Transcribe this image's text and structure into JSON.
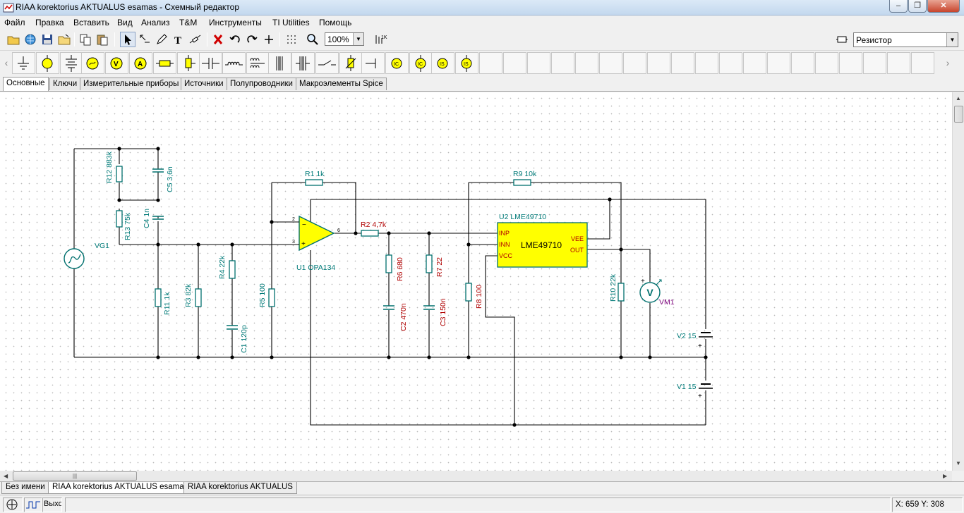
{
  "window": {
    "title": "RIAA korektorius AKTUALUS esamas - Схемный редактор",
    "minimize": "‒",
    "maximize": "❐",
    "close": "✕"
  },
  "menu": [
    "Файл",
    "Правка",
    "Вставить",
    "Вид",
    "Анализ",
    "T&M",
    "Инструменты",
    "TI Utilities",
    "Помощь"
  ],
  "toolbar": {
    "zoom_value": "100%",
    "component_select": "Резистор"
  },
  "component_tabs": [
    "Основные",
    "Ключи",
    "Измерительные приборы",
    "Источники",
    "Полупроводники",
    "Макроэлементы Spice"
  ],
  "active_component_tab": "Основные",
  "schematic": {
    "labels": {
      "r12": "R12 883k",
      "c5": "C5 3,6n",
      "r13": "R13 75k",
      "c4": "C4 1n",
      "vg1": "VG1",
      "r11": "R11 1k",
      "r3": "R3 82k",
      "r4": "R4 22k",
      "c1": "C1 120p",
      "r5": "R5 100",
      "r1": "R1 1k",
      "u1": "U1 OPA134",
      "r2": "R2 4,7k",
      "r6": "R6 680",
      "c2": "C2 470n",
      "r7": "R7 22",
      "c3": "C3 150n",
      "r8": "R8 100",
      "r9": "R9 10k",
      "u2": "U2 LME49710",
      "u2_body": "LME49710",
      "u2_inp": "INP",
      "u2_inn": "INN",
      "u2_vcc": "VCC",
      "u2_vee": "VEE",
      "u2_out": "OUT",
      "r10": "R10 22k",
      "vm1": "VM1",
      "vm1_symbol": "V",
      "v2": "V2 15",
      "v1": "V1 15",
      "pin2": "2",
      "pin3": "3",
      "pin6": "6",
      "plus": "+",
      "minus": "−"
    }
  },
  "document_tabs": [
    "Без имени",
    "RIAA korektorius AKTUALUS esamas",
    "RIAA korektorius AKTUALUS"
  ],
  "active_document_tab": "RIAA korektorius AKTUALUS esamas",
  "status": {
    "coords": "X: 659  Y: 308",
    "exit_label": "Выхо"
  },
  "colors": {
    "wire": "#000000",
    "component": "#00706e",
    "label_teal": "#007a78",
    "label_red": "#b00000",
    "opamp_fill": "#ffff00",
    "label_purple": "#7a007a"
  }
}
